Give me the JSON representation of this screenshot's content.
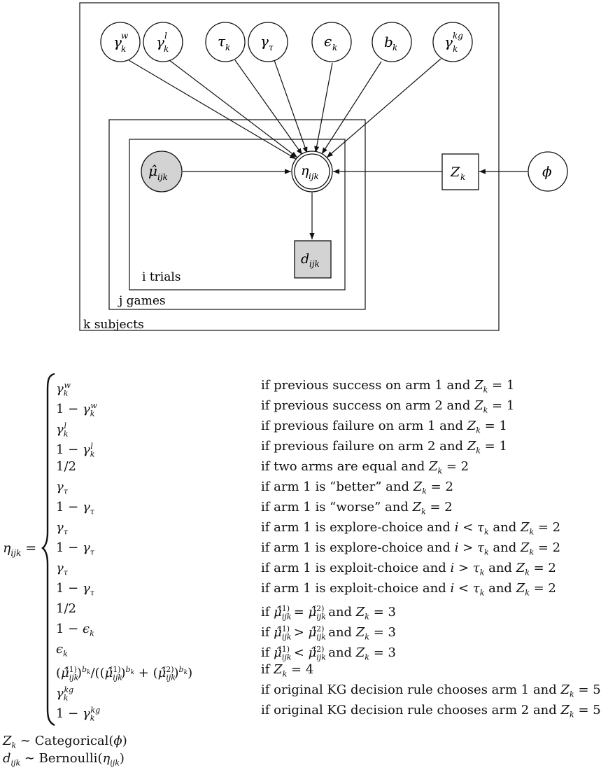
{
  "diagram": {
    "params": [
      {
        "id": "gamma_w",
        "label": "γ_k^w"
      },
      {
        "id": "gamma_l",
        "label": "γ_k^l"
      },
      {
        "id": "tau",
        "label": "τ_k"
      },
      {
        "id": "gamma_tau",
        "label": "γ_τ"
      },
      {
        "id": "epsilon",
        "label": "ϵ_k"
      },
      {
        "id": "b",
        "label": "b_k"
      },
      {
        "id": "gamma_kg",
        "label": "γ_k^kg"
      }
    ],
    "nodes": {
      "mu": "μ̂_ijk",
      "eta": "η_ijk",
      "d": "d_ijk",
      "z": "Z_k",
      "phi": "ϕ"
    },
    "plates": {
      "trials": "i trials",
      "games": "j games",
      "subjects": "k subjects"
    }
  },
  "equation": {
    "lhs": "η_ijk =",
    "cases": [
      {
        "value": "γ_k^w",
        "condition": "if previous success on arm 1 and Z_k = 1"
      },
      {
        "value": "1 − γ_k^w",
        "condition": "if previous success on arm 2 and Z_k = 1"
      },
      {
        "value": "γ_k^l",
        "condition": "if previous failure on arm 1 and Z_k = 1"
      },
      {
        "value": "1 − γ_k^l",
        "condition": "if previous failure on arm 2 and Z_k = 1"
      },
      {
        "value": "1/2",
        "condition": "if two arms are equal and Z_k = 2"
      },
      {
        "value": "γ_τ",
        "condition": "if arm 1 is “better” and Z_k = 2"
      },
      {
        "value": "1 − γ_τ",
        "condition": "if arm 1 is “worse” and Z_k = 2"
      },
      {
        "value": "γ_τ",
        "condition": "if arm 1 is explore-choice and i < τ_k and Z_k = 2"
      },
      {
        "value": "1 − γ_τ",
        "condition": "if arm 1 is explore-choice and i > τ_k and Z_k = 2"
      },
      {
        "value": "γ_τ",
        "condition": "if arm 1 is exploit-choice and i > τ_k and Z_k = 2"
      },
      {
        "value": "1 − γ_τ",
        "condition": "if arm 1 is exploit-choice and i < τ_k and Z_k = 2"
      },
      {
        "value": "1/2",
        "condition": "if μ̂^(1)_ijk = μ̂^(2)_ijk and Z_k = 3"
      },
      {
        "value": "1 − ϵ_k",
        "condition": "if μ̂^(1)_ijk > μ̂^(2)_ijk and Z_k = 3"
      },
      {
        "value": "ϵ_k",
        "condition": "if μ̂^(1)_ijk < μ̂^(2)_ijk and Z_k = 3"
      },
      {
        "value": "(μ̂^(1)_ijk)^b_k / ((μ̂^(1)_ijk)^b_k + (μ̂^(2)_ijk)^b_k)",
        "condition": "if Z_k = 4"
      },
      {
        "value": "γ_k^kg",
        "condition": "if original KG decision rule chooses arm 1 and Z_k = 5"
      },
      {
        "value": "1 − γ_k^kg",
        "condition": "if original KG decision rule chooses arm 2 and Z_k = 5"
      }
    ],
    "footer": [
      "Z_k ∼ Categorical(ϕ)",
      "d_ijk ∼ Bernoulli(η_ijk)"
    ]
  }
}
